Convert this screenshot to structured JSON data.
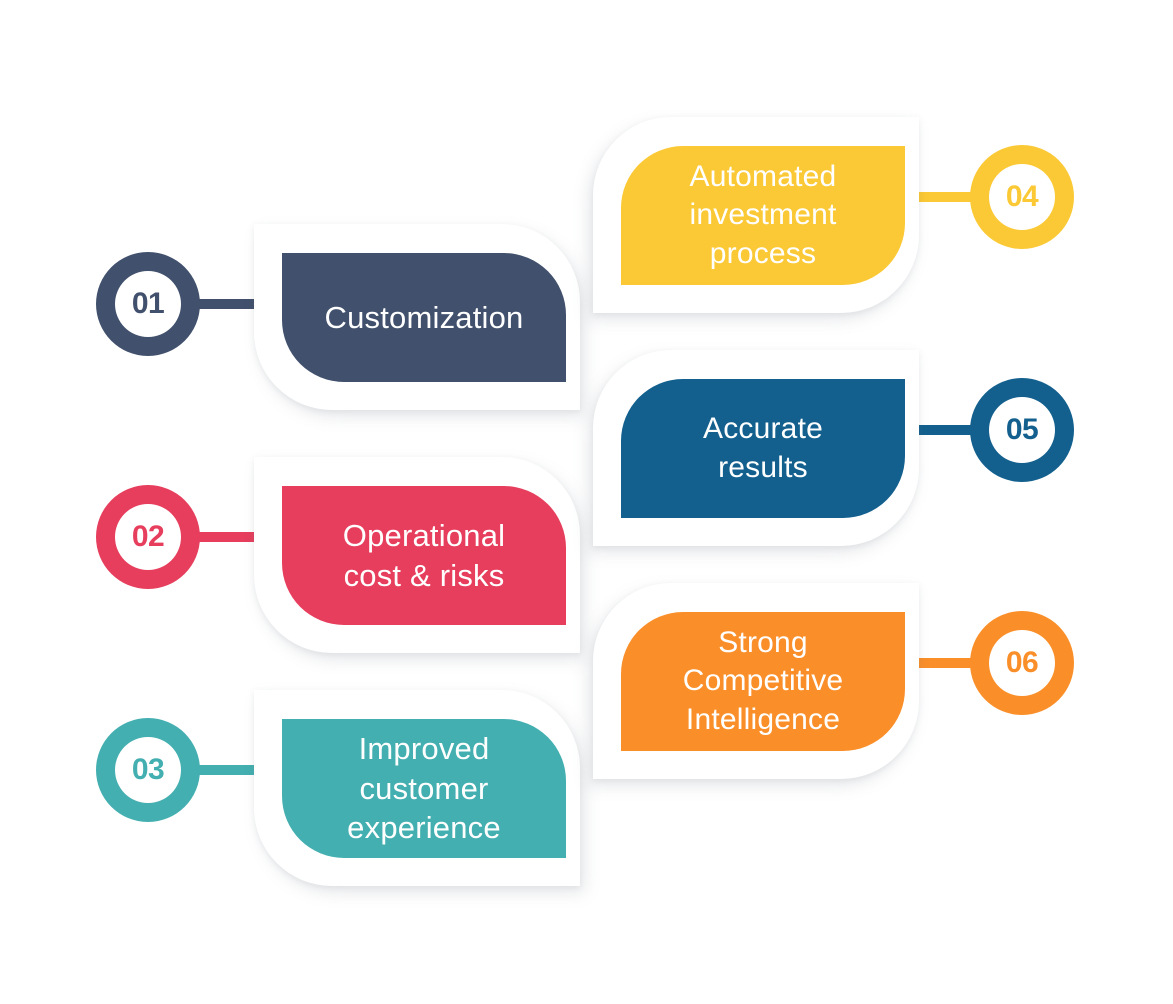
{
  "diagram": {
    "title": "Benefits infographic",
    "type": "six-item-two-column-leaf-card-list",
    "background_color": "#ffffff",
    "card_surface_color": "#ffffff",
    "label_text_color": "#ffffff",
    "badge_fill_color": "#ffffff"
  },
  "items": [
    {
      "number": "01",
      "label": "Customization",
      "color": "#41506C",
      "side": "left",
      "lines": 1
    },
    {
      "number": "02",
      "label": "Operational\ncost & risks",
      "color": "#E63E5C",
      "side": "left",
      "lines": 2
    },
    {
      "number": "03",
      "label": "Improved\ncustomer\nexperience",
      "color": "#44AFB0",
      "side": "left",
      "lines": 3
    },
    {
      "number": "04",
      "label": "Automated\ninvestment\nprocess",
      "color": "#FBC935",
      "side": "right",
      "lines": 3
    },
    {
      "number": "05",
      "label": "Accurate\nresults",
      "color": "#13608E",
      "side": "right",
      "lines": 2
    },
    {
      "number": "06",
      "label": "Strong\nCompetitive\nIntelligence",
      "color": "#FA8F2A",
      "side": "right",
      "lines": 3
    }
  ]
}
